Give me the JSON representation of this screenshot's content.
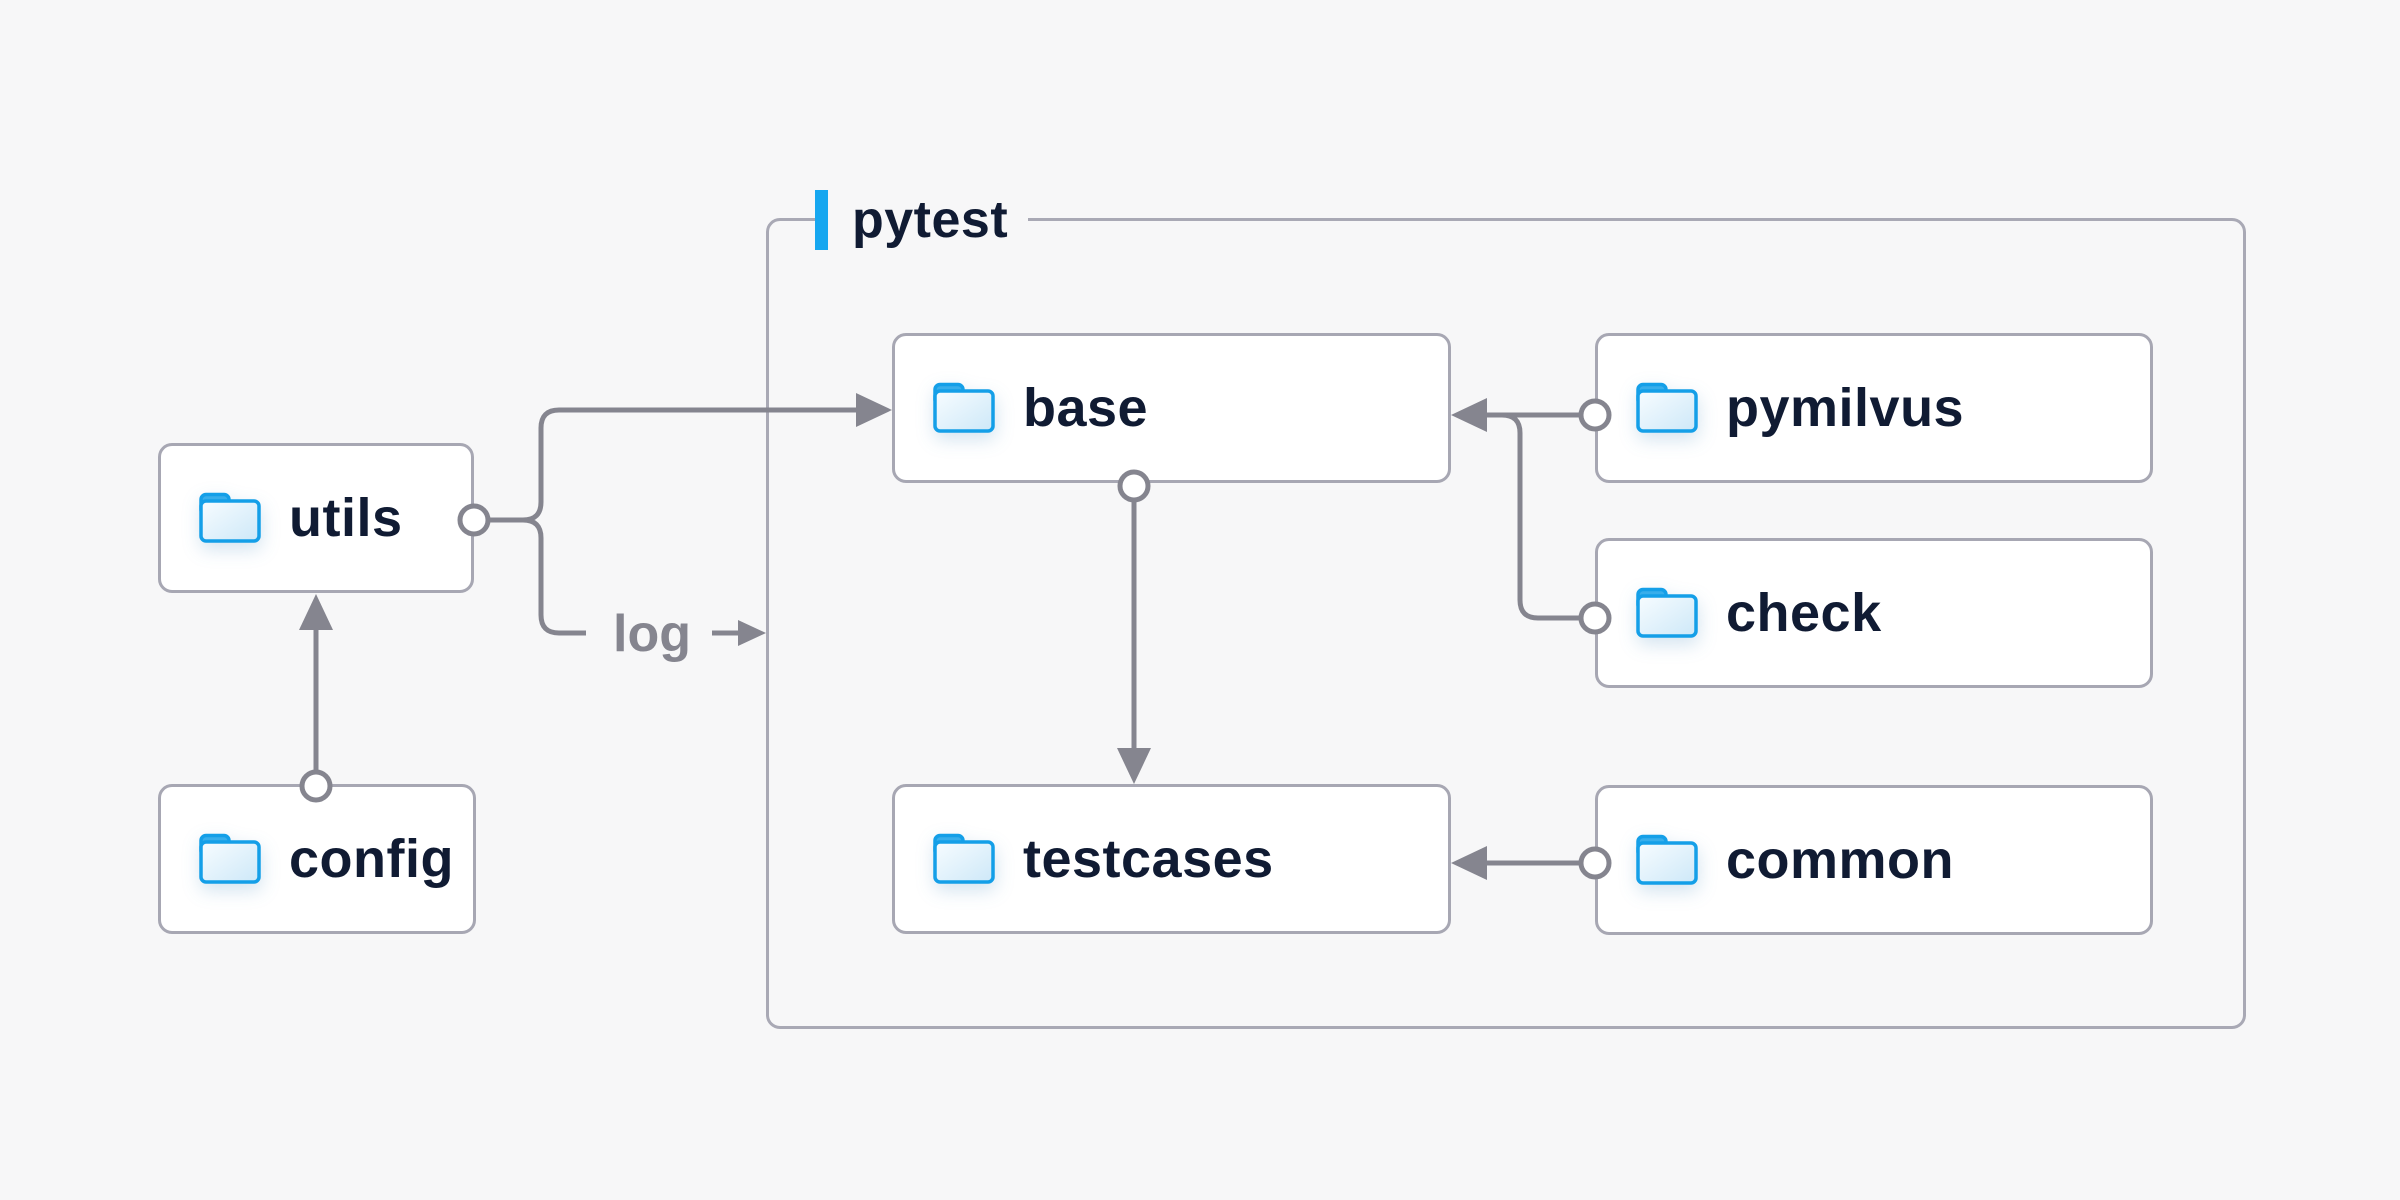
{
  "container": {
    "label": "pytest"
  },
  "nodes": [
    {
      "id": "utils",
      "label": "utils"
    },
    {
      "id": "config",
      "label": "config"
    },
    {
      "id": "base",
      "label": "base"
    },
    {
      "id": "pymilvus",
      "label": "pymilvus"
    },
    {
      "id": "check",
      "label": "check"
    },
    {
      "id": "testcases",
      "label": "testcases"
    },
    {
      "id": "common",
      "label": "common"
    }
  ],
  "edge_label": {
    "text": "log"
  },
  "edges": [
    {
      "from": "config",
      "to": "utils"
    },
    {
      "from": "utils",
      "to": "base"
    },
    {
      "from": "utils",
      "to": "log"
    },
    {
      "from": "pymilvus",
      "to": "base"
    },
    {
      "from": "check",
      "to": "base"
    },
    {
      "from": "base",
      "to": "testcases"
    },
    {
      "from": "common",
      "to": "testcases"
    }
  ],
  "colors": {
    "background": "#f7f7f8",
    "box_border": "#a7a7b3",
    "container_border": "#a9a9b5",
    "connector": "#85858f",
    "text": "#101b33",
    "accent": "#16a7f0",
    "folder_stroke": "#149fe8",
    "folder_tab_fill": "#38aeeb",
    "box_fill": "#ffffff"
  }
}
